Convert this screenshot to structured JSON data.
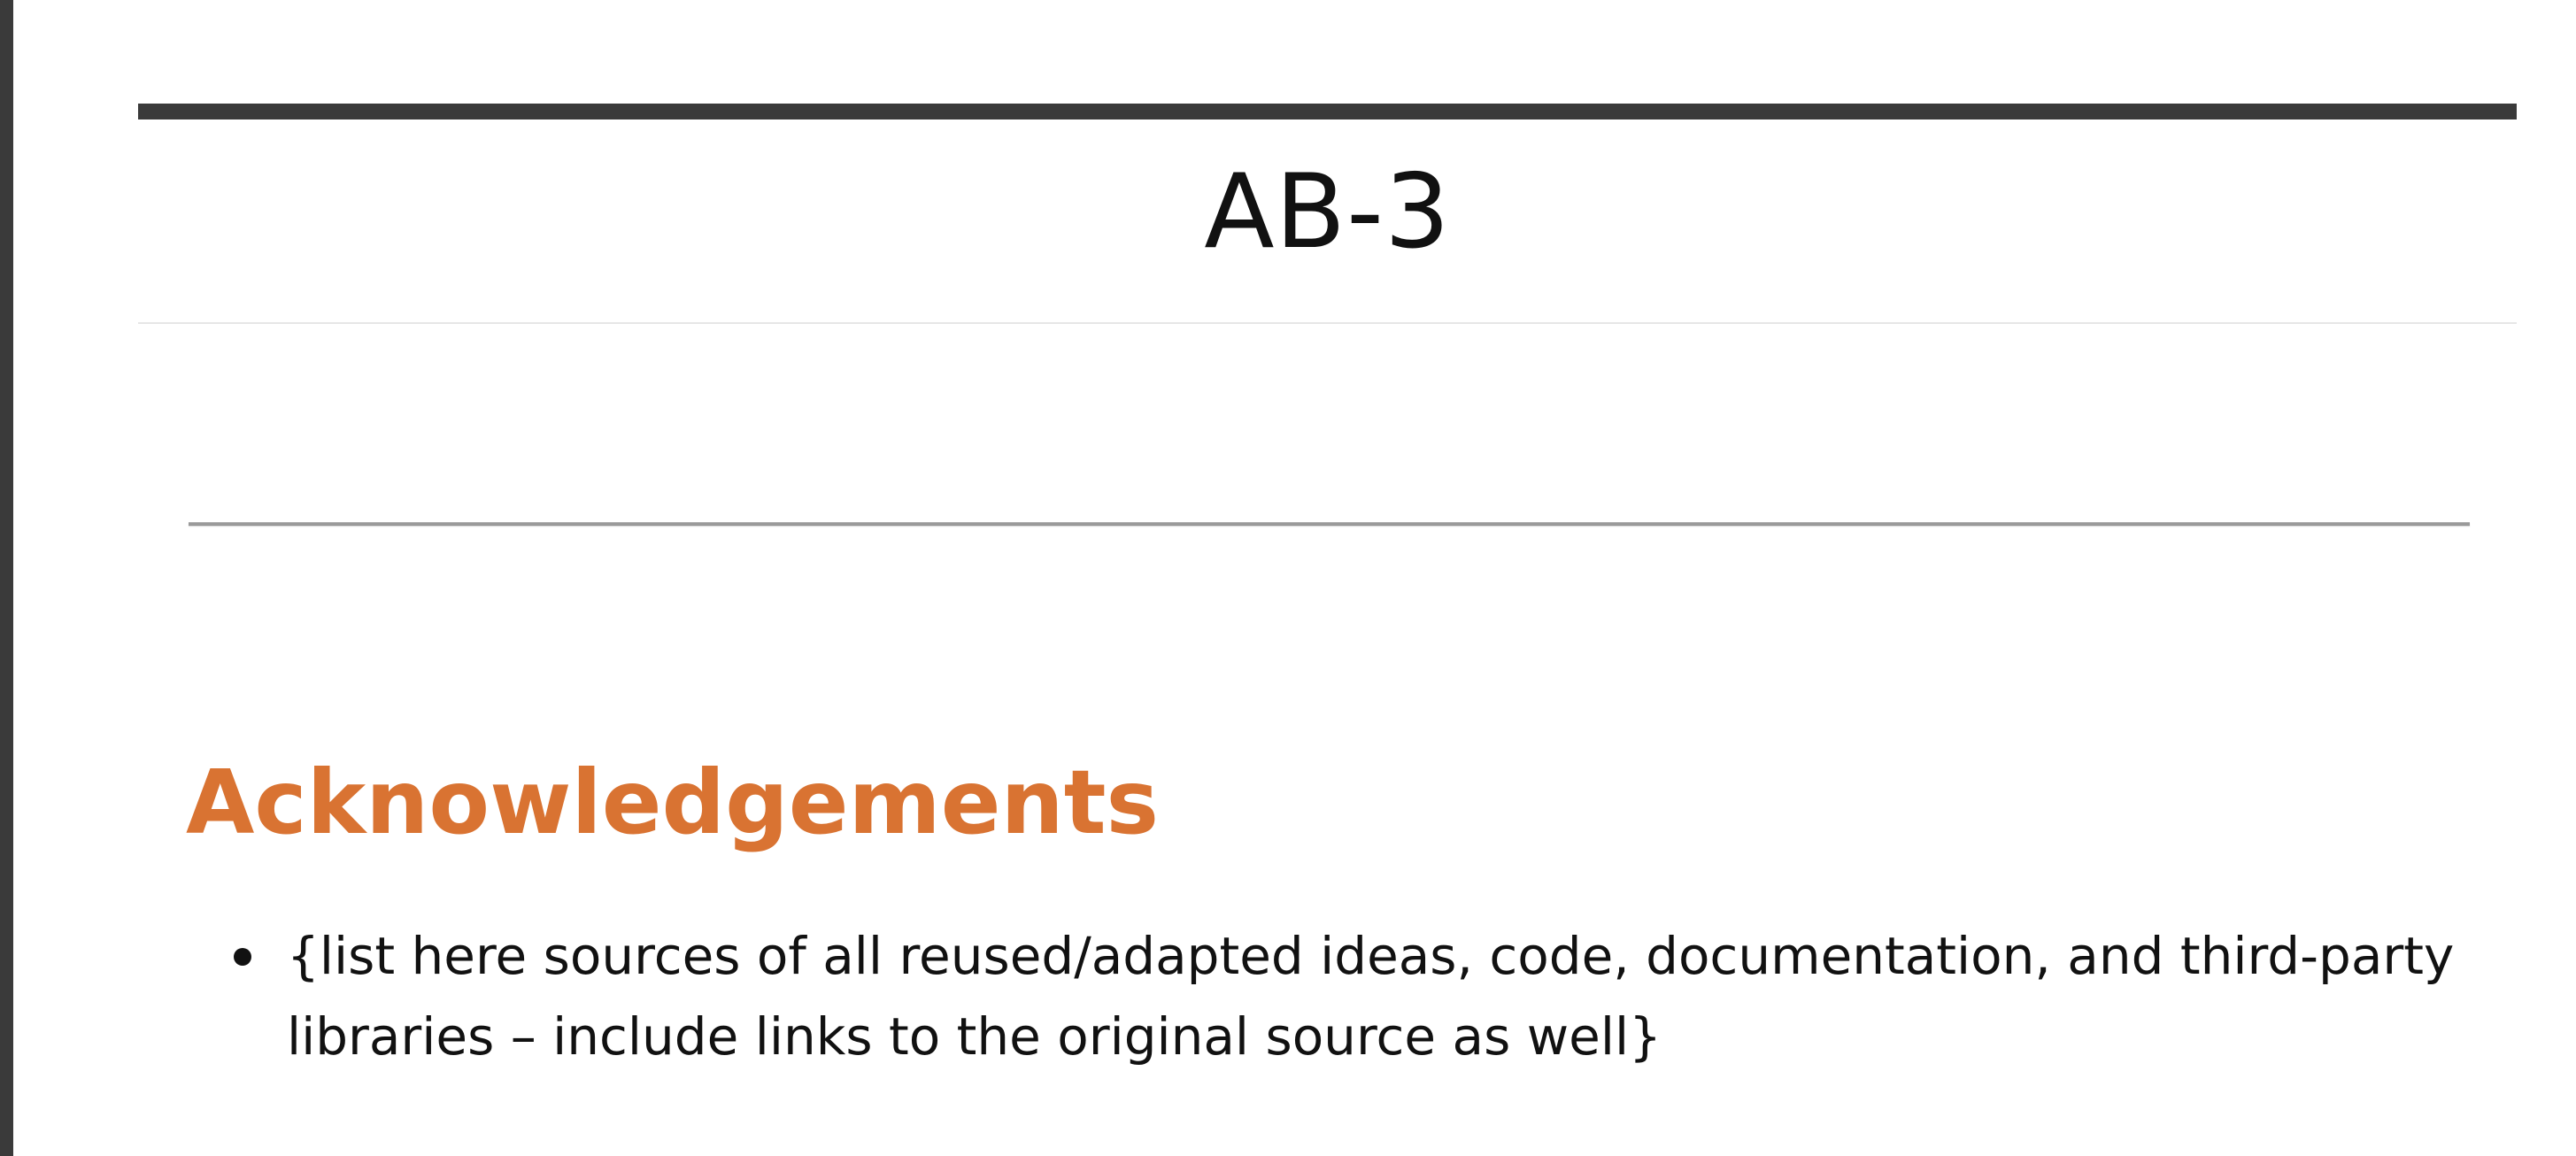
{
  "site": {
    "title": "AB-3"
  },
  "section": {
    "heading": "Acknowledgements",
    "items": [
      {
        "text": "{list here sources of all reused/adapted ideas, code, documentation, and third-party libraries – include links to the original source as well}"
      }
    ]
  },
  "colors": {
    "heading_accent": "#d97332",
    "rule_dark": "#3a3a3a",
    "text": "#111111"
  }
}
